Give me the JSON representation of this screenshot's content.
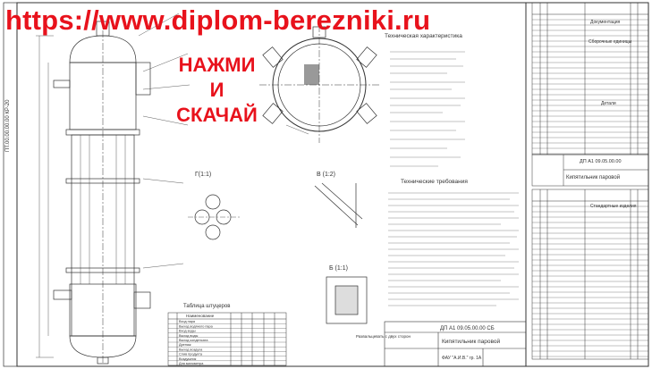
{
  "watermark": {
    "url": "https://www.diplom-berezniki.ru",
    "cta_line1": "НАЖМИ",
    "cta_line2": "И",
    "cta_line3": "СКАЧАЙ",
    "color": "#e8121c"
  },
  "drawing": {
    "section_tech": "Техническая характеристика",
    "section_requirements": "Технические требования",
    "view_g": "Г(1:1)",
    "view_v": "В (1:2)",
    "view_b": "Б (1:1)",
    "table_title": "Таблица штуцеров",
    "table_header": "Наименование",
    "nozzle_names": [
      "Вход пара",
      "Выход водяного пара",
      "Вход воды",
      "Выход воды",
      "Выход конденсата",
      "Дренаж",
      "Выход воздуха",
      "Слив продукта",
      "Воздушник",
      "Для манометра"
    ],
    "spec_title_1": "Документация",
    "spec_title_2": "Сборочные единицы",
    "spec_title_3": "Детали",
    "spec_title_4": "Стандартные изделия",
    "title_block_doc": "ДП А1 09.05.00.00 СБ",
    "title_block_name": "Кипятильник паровой",
    "title_block_org": "ФАУ \"А.И.В.\" гр. 1А",
    "spec_doc": "ДП А1 09.05.00.00",
    "spec_name": "Кипятильник паровой",
    "stamp_number": "ПТ.00.00.00.00 КР-20",
    "note": "Развальцевать с двух сторон"
  }
}
